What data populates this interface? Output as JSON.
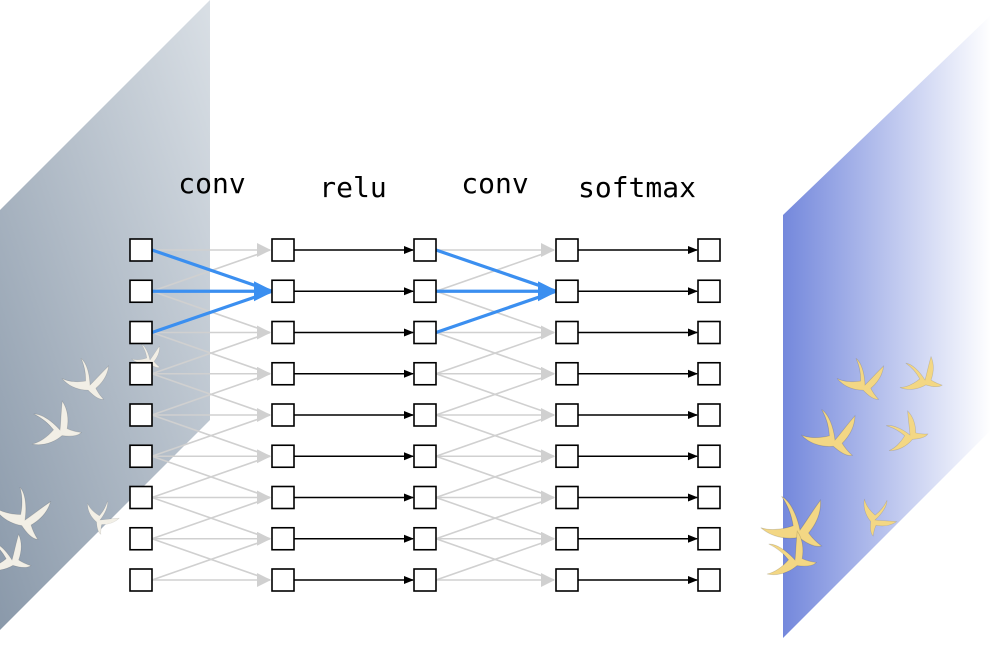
{
  "diagram": {
    "layer_labels": [
      "conv",
      "relu",
      "conv",
      "softmax"
    ],
    "num_rows": 9,
    "num_columns": 5,
    "highlighted_row": 1,
    "colors": {
      "highlight": "#3b8ff0",
      "faded_edge": "#d0d0d0",
      "solid_edge": "#000000",
      "left_panel_top": "#d9dfe5",
      "left_panel_bottom": "#8a99aa",
      "right_panel_strong": "#7488dc",
      "right_panel_light": "#ffffff",
      "bird_left": "#f2efe6",
      "bird_right": "#f3d784"
    },
    "left_panel": {
      "name": "input-image-panel",
      "content": "birds-in-sky-photo"
    },
    "right_panel": {
      "name": "output-segmentation-panel",
      "content": "segmented-birds-overlay"
    }
  }
}
